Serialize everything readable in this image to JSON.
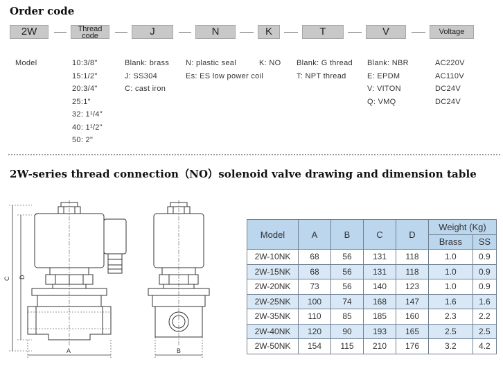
{
  "order_code": {
    "title": "Order code",
    "boxes": [
      "2W",
      "Thread",
      "code",
      "J",
      "N",
      "K",
      "T",
      "V",
      "Voltage"
    ],
    "options": {
      "model": [
        "Model"
      ],
      "thread": [
        "10:3/8\"",
        "15:1/2\"",
        "20:3/4\"",
        "25:1\"",
        "32: 1¹/4\"",
        "40: 1¹/2\"",
        "50: 2\""
      ],
      "body": [
        "Blank: brass",
        "J: SS304",
        "C: cast iron"
      ],
      "coil": [
        "N: plastic seal",
        "Es: ES low power coil"
      ],
      "state": [
        "K: NO"
      ],
      "thread_type": [
        "Blank: G thread",
        "T: NPT thread"
      ],
      "seal": [
        "Blank: NBR",
        "E: EPDM",
        "V: VITON",
        "Q: VMQ"
      ],
      "voltage": [
        "AC220V",
        "AC110V",
        "DC24V",
        "DC24V"
      ]
    }
  },
  "section2": {
    "title": "2W-series thread connection（NO）solenoid valve drawing and dimension table"
  },
  "drawing": {
    "labels": {
      "a": "A",
      "b": "B",
      "c": "C",
      "d": "D"
    }
  },
  "table": {
    "headers": {
      "model": "Model",
      "a": "A",
      "b": "B",
      "c": "C",
      "d": "D",
      "weight": "Weight (Kg)",
      "brass": "Brass",
      "ss": "SS"
    },
    "rows": [
      [
        "2W-10NK",
        "68",
        "56",
        "131",
        "118",
        "1.0",
        "0.9"
      ],
      [
        "2W-15NK",
        "68",
        "56",
        "131",
        "118",
        "1.0",
        "0.9"
      ],
      [
        "2W-20NK",
        "73",
        "56",
        "140",
        "123",
        "1.0",
        "0.9"
      ],
      [
        "2W-25NK",
        "100",
        "74",
        "168",
        "147",
        "1.6",
        "1.6"
      ],
      [
        "2W-35NK",
        "110",
        "85",
        "185",
        "160",
        "2.3",
        "2.2"
      ],
      [
        "2W-40NK",
        "120",
        "90",
        "193",
        "165",
        "2.5",
        "2.5"
      ],
      [
        "2W-50NK",
        "154",
        "115",
        "210",
        "176",
        "3.2",
        "4.2"
      ]
    ]
  },
  "colors": {
    "code_box": "#c8c8c8",
    "table_header": "#bcd6ee",
    "table_alt_row": "#d8e8f6"
  }
}
